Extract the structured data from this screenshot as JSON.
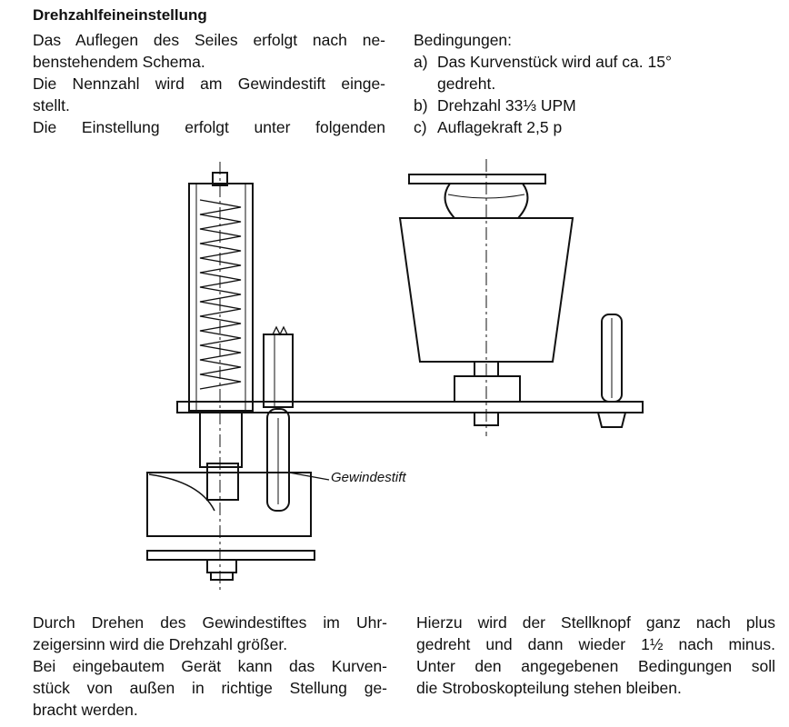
{
  "title": "Drehzahlfeineinstellung",
  "intro": {
    "lines": [
      "Das Auflegen des Seiles erfolgt nach ne-",
      "benstehendem Schema.",
      "Die Nennzahl wird am Gewindestift einge-",
      "stellt.",
      "Die Einstellung erfolgt unter folgenden"
    ]
  },
  "conditions": {
    "heading": "Bedingungen:",
    "items": [
      {
        "label": "a)",
        "line1": "Das Kurvenstück wird auf ca. 15°",
        "line2": "gedreht."
      },
      {
        "label": "b)",
        "line1": "Drehzahl 33⅓ UPM"
      },
      {
        "label": "c)",
        "line1": "Auflagekraft 2,5 p"
      }
    ]
  },
  "figure": {
    "label": "Gewindestift"
  },
  "bottom_left": {
    "lines": [
      "Durch Drehen des Gewindestiftes im Uhr-",
      "zeigersinn wird die Drehzahl größer.",
      "Bei eingebautem Gerät kann das Kurven-",
      "stück von außen in richtige Stellung ge-",
      "bracht werden."
    ]
  },
  "bottom_right": {
    "lines": [
      "Hierzu wird der Stellknopf ganz nach plus",
      "gedreht und dann wieder 1½ nach minus.",
      "Unter den angegebenen Bedingungen soll",
      "die Stroboskopteilung stehen bleiben."
    ]
  }
}
